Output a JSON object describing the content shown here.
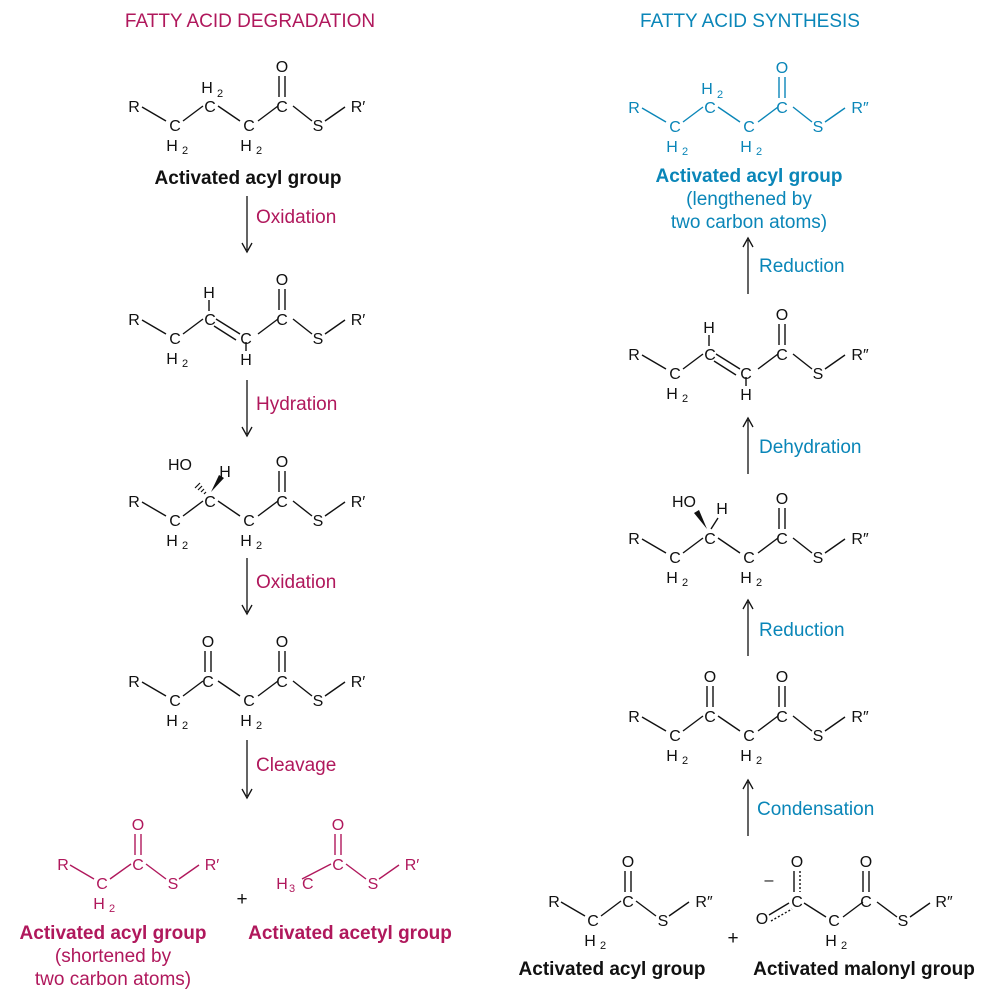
{
  "colors": {
    "degradation": "#b0185c",
    "synthesis": "#0a86b8",
    "neutral": "#111111"
  },
  "degradation": {
    "title": "FATTY ACID DEGRADATION",
    "start_name": "Activated acyl group",
    "steps": [
      "Oxidation",
      "Hydration",
      "Oxidation",
      "Cleavage"
    ],
    "product_acyl_name": "Activated acyl group",
    "product_acyl_sub1": "(shortened by",
    "product_acyl_sub2": "two carbon atoms)",
    "product_acetyl_name": "Activated acetyl group",
    "plus": "+"
  },
  "synthesis": {
    "title": "FATTY ACID SYNTHESIS",
    "product_name": "Activated acyl group",
    "product_sub1": "(lengthened by",
    "product_sub2": "two carbon atoms)",
    "steps": [
      "Reduction",
      "Dehydration",
      "Reduction",
      "Condensation"
    ],
    "start_acyl_name": "Activated acyl group",
    "start_malonyl_name": "Activated malonyl group",
    "plus": "+"
  },
  "atoms": {
    "R": "R",
    "C": "C",
    "H": "H",
    "H2": "H",
    "two": "2",
    "O": "O",
    "S": "S",
    "Rp": "R′",
    "Rpp": "R″",
    "HO": "HO",
    "H3C": "H",
    "three": "3",
    "minus": "–"
  }
}
